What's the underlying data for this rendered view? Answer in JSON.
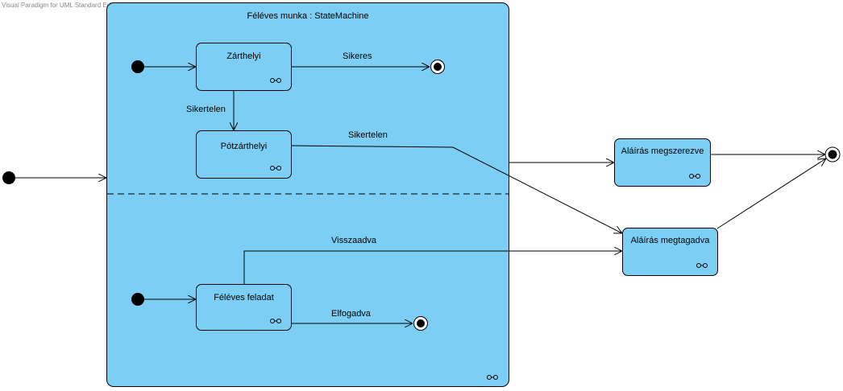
{
  "watermark": "Visual Paradigm for UML Standard Edition(University of Miskolc)",
  "state_machine": {
    "title": "Féléves munka : StateMachine",
    "region_1": {
      "states": {
        "zarthelyi": "Zárthelyi",
        "potzarthelyi": "Pótzárthelyi"
      },
      "transitions": {
        "sikeres": "Sikeres",
        "sikertelen_1": "Sikertelen",
        "sikertelen_2": "Sikertelen"
      }
    },
    "region_2": {
      "states": {
        "feleves_feladat": "Féléves feladat"
      },
      "transitions": {
        "visszaadva": "Visszaadva",
        "elfogadva": "Elfogadva"
      }
    }
  },
  "outer_states": {
    "alairas_megszerezve": "Aláírás megszerezve",
    "alairas_megtagadva": "Aláírás megtagadva"
  },
  "colors": {
    "state_fill": "#7ccef4",
    "line": "#000000"
  },
  "icons": {
    "composite_state_link": "link-icon"
  }
}
